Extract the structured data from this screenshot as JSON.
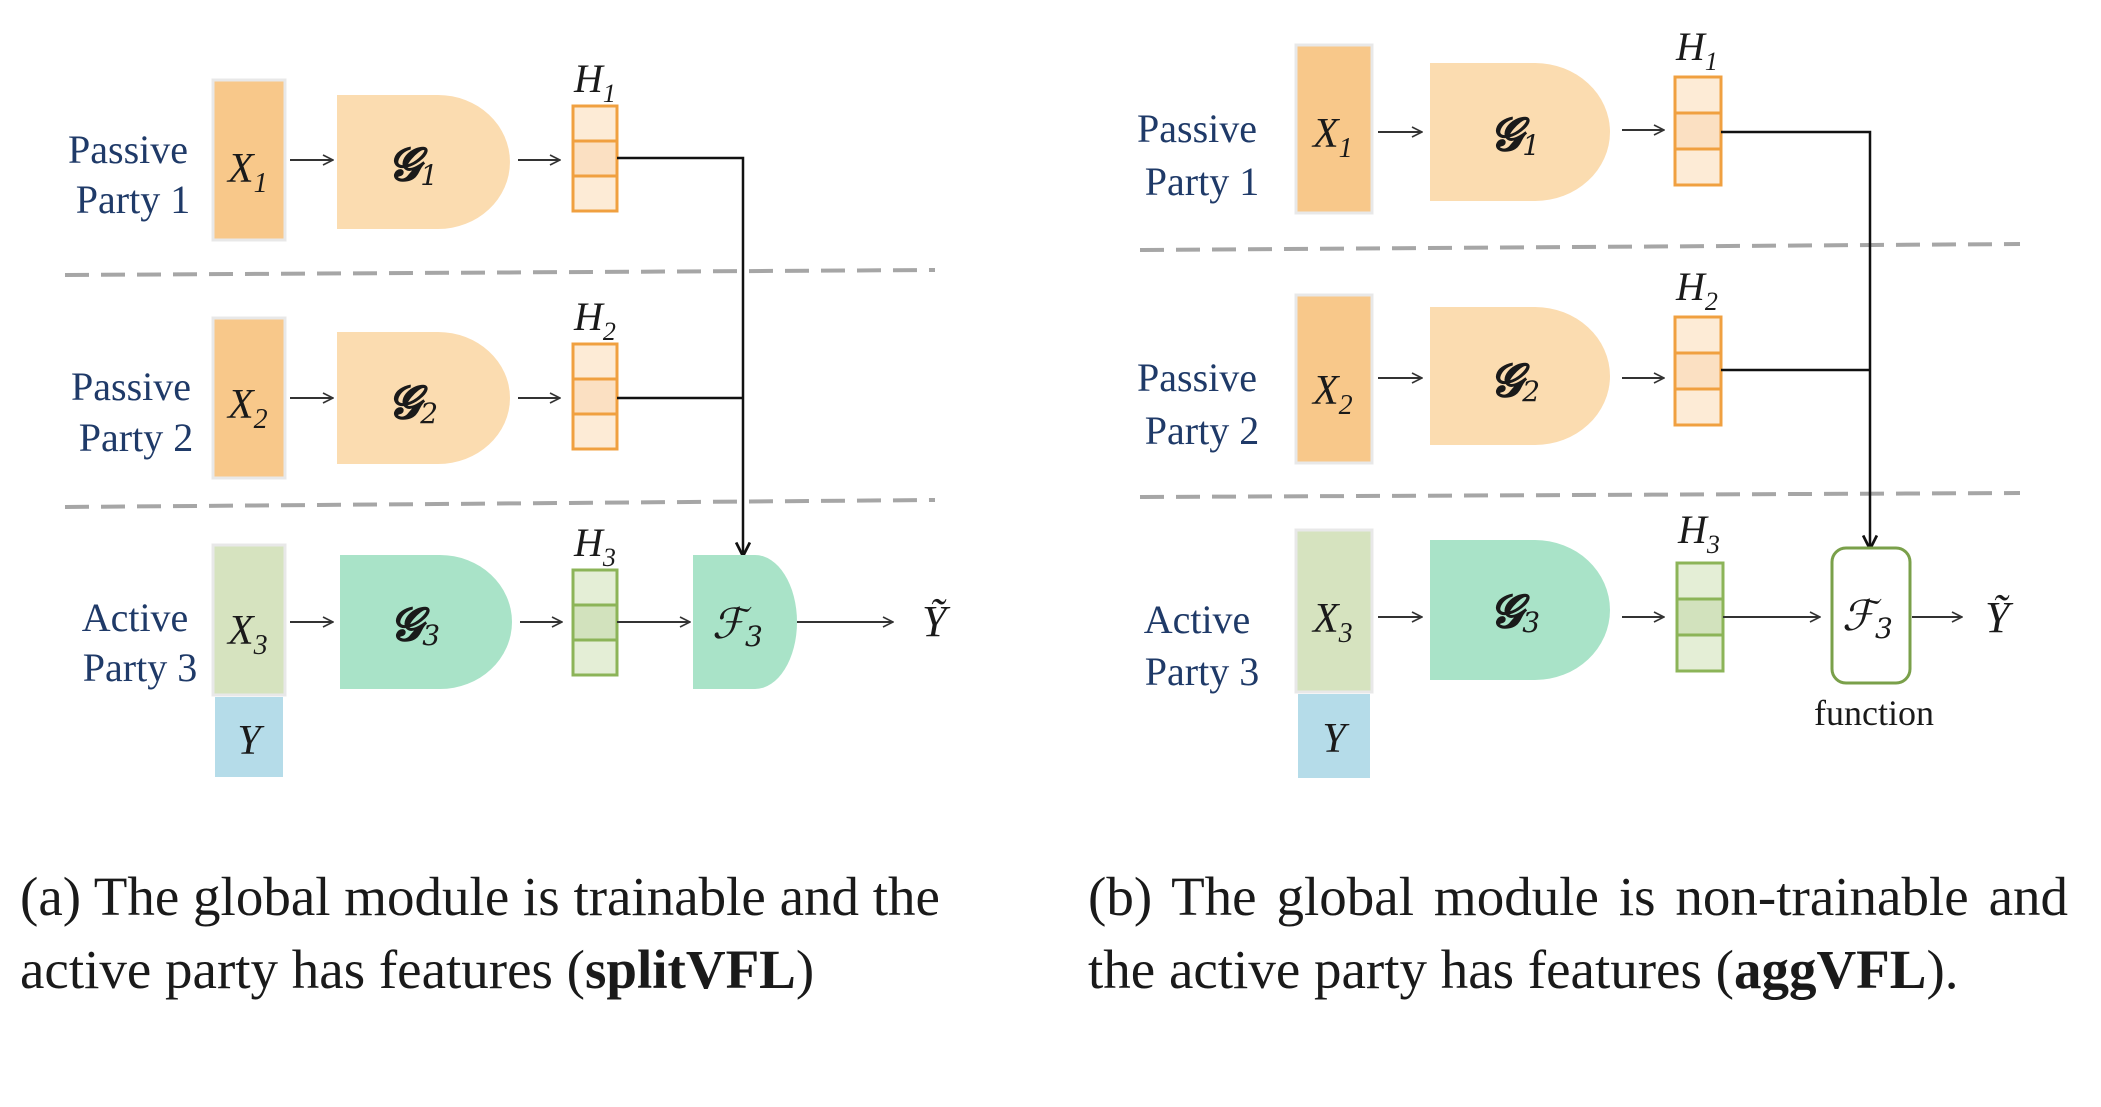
{
  "panel_a": {
    "passive_party_1": [
      "Passive",
      "Party 1"
    ],
    "passive_party_2": [
      "Passive",
      "Party 2"
    ],
    "active_party_3": [
      "Active",
      "Party 3"
    ],
    "x1": "X",
    "x1_sub": "1",
    "x2": "X",
    "x2_sub": "2",
    "x3": "X",
    "x3_sub": "3",
    "y": "Y",
    "g1": "𝓖",
    "g1_sub": "1",
    "g2": "𝓖",
    "g2_sub": "2",
    "g3": "𝓖",
    "g3_sub": "3",
    "h1": "H",
    "h1_sub": "1",
    "h2": "H",
    "h2_sub": "2",
    "h3": "H",
    "h3_sub": "3",
    "f3": "ℱ",
    "f3_sub": "3",
    "output": "Ỹ"
  },
  "panel_b": {
    "passive_party_1": [
      "Passive",
      "Party 1"
    ],
    "passive_party_2": [
      "Passive",
      "Party 2"
    ],
    "active_party_3": [
      "Active",
      "Party 3"
    ],
    "x1": "X",
    "x1_sub": "1",
    "x2": "X",
    "x2_sub": "2",
    "x3": "X",
    "x3_sub": "3",
    "y": "Y",
    "g1": "𝓖",
    "g1_sub": "1",
    "g2": "𝓖",
    "g2_sub": "2",
    "g3": "𝓖",
    "g3_sub": "3",
    "h1": "H",
    "h1_sub": "1",
    "h2": "H",
    "h2_sub": "2",
    "h3": "H",
    "h3_sub": "3",
    "f3": "ℱ",
    "f3_sub": "3",
    "function_label": "function",
    "output": "Ỹ"
  },
  "captions": {
    "a_text": "(a) The global module is trainable and the active party has features (",
    "a_bold": "splitVFL",
    "a_end": ")",
    "b_text": "(b) The global module is non-trainable and the active party has features (",
    "b_bold": "aggVFL",
    "b_end": ")."
  },
  "colors": {
    "passive_feature": "#f8c88a",
    "passive_module": "#fbdcb0",
    "active_feature": "#d6e3bf",
    "active_module": "#a9e3c8",
    "label_box": "#b5dce9",
    "passive_embed_stroke": "#f0a040",
    "passive_embed_fill": "#fdebd6",
    "active_embed_stroke": "#8cb458",
    "active_embed_fill": "#e4eed6",
    "party_text": "#1f3a68",
    "divider": "#a6a6a6"
  }
}
